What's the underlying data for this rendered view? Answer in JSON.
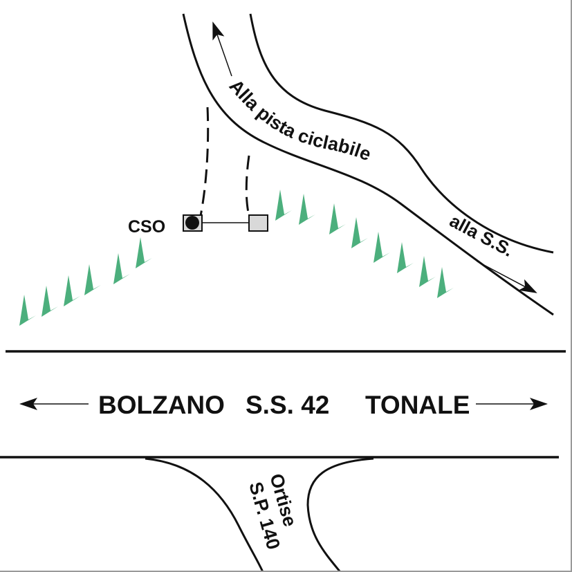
{
  "labels": {
    "cycle_path": "Alla pista ciclabile",
    "to_ss": "alla S.S.",
    "cso": "CSO",
    "bolzano": "BOLZANO",
    "road": "S.S. 42",
    "tonale": "TONALE",
    "ortise": "Ortise",
    "sp": "S.P. 140"
  },
  "colors": {
    "trees": "#4caf7d",
    "chamber": "#d9d9d9",
    "lines": "#111111"
  }
}
